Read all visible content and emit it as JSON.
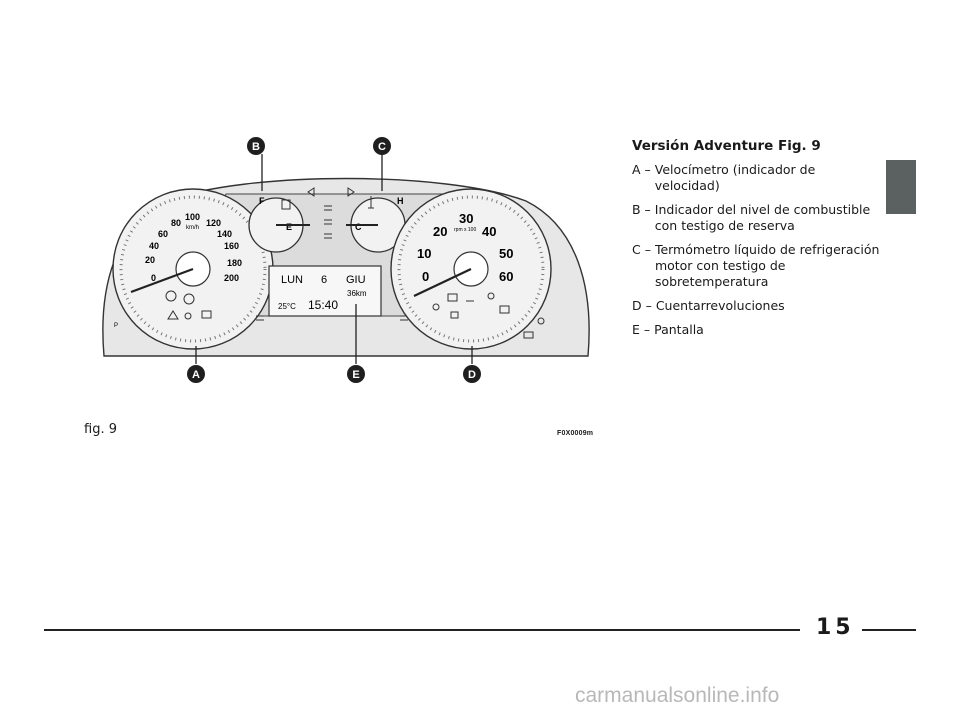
{
  "section": {
    "title": "Versión Adventure Fig. 9",
    "items": [
      {
        "key": "A – ",
        "text": "Velocímetro (indicador de velocidad)"
      },
      {
        "key": "B – ",
        "text": "Indicador del nivel de combustible con testigo de reserva"
      },
      {
        "key": "C – ",
        "text": "Termómetro líquido de refrigeración motor con testigo de sobretemperatura"
      },
      {
        "key": "D – ",
        "text": "Cuentarrevoluciones"
      },
      {
        "key": "E – ",
        "text": "Pantalla"
      }
    ]
  },
  "figure": {
    "label": "fig. 9",
    "code": "F0X0009m",
    "callouts": {
      "a": "A",
      "b": "B",
      "c": "C",
      "d": "D",
      "e": "E"
    },
    "speedometer": {
      "ticks": [
        "0",
        "20",
        "40",
        "60",
        "80",
        "100",
        "120",
        "140",
        "160",
        "180",
        "200"
      ],
      "unit": "km/h"
    },
    "fuel_gauge": {
      "full": "F",
      "empty": "E"
    },
    "temp_gauge": {
      "cold": "C",
      "hot": "H"
    },
    "tachometer": {
      "ticks": [
        "0",
        "10",
        "20",
        "30",
        "40",
        "50",
        "60"
      ],
      "unit": "rpm x 100"
    },
    "display": {
      "day": "LUN",
      "date": "6",
      "month": "GIU",
      "trip": "36km",
      "temp": "25°C",
      "time": "15:40"
    }
  },
  "page_number": "15",
  "watermark": "carmanualsonline.info"
}
